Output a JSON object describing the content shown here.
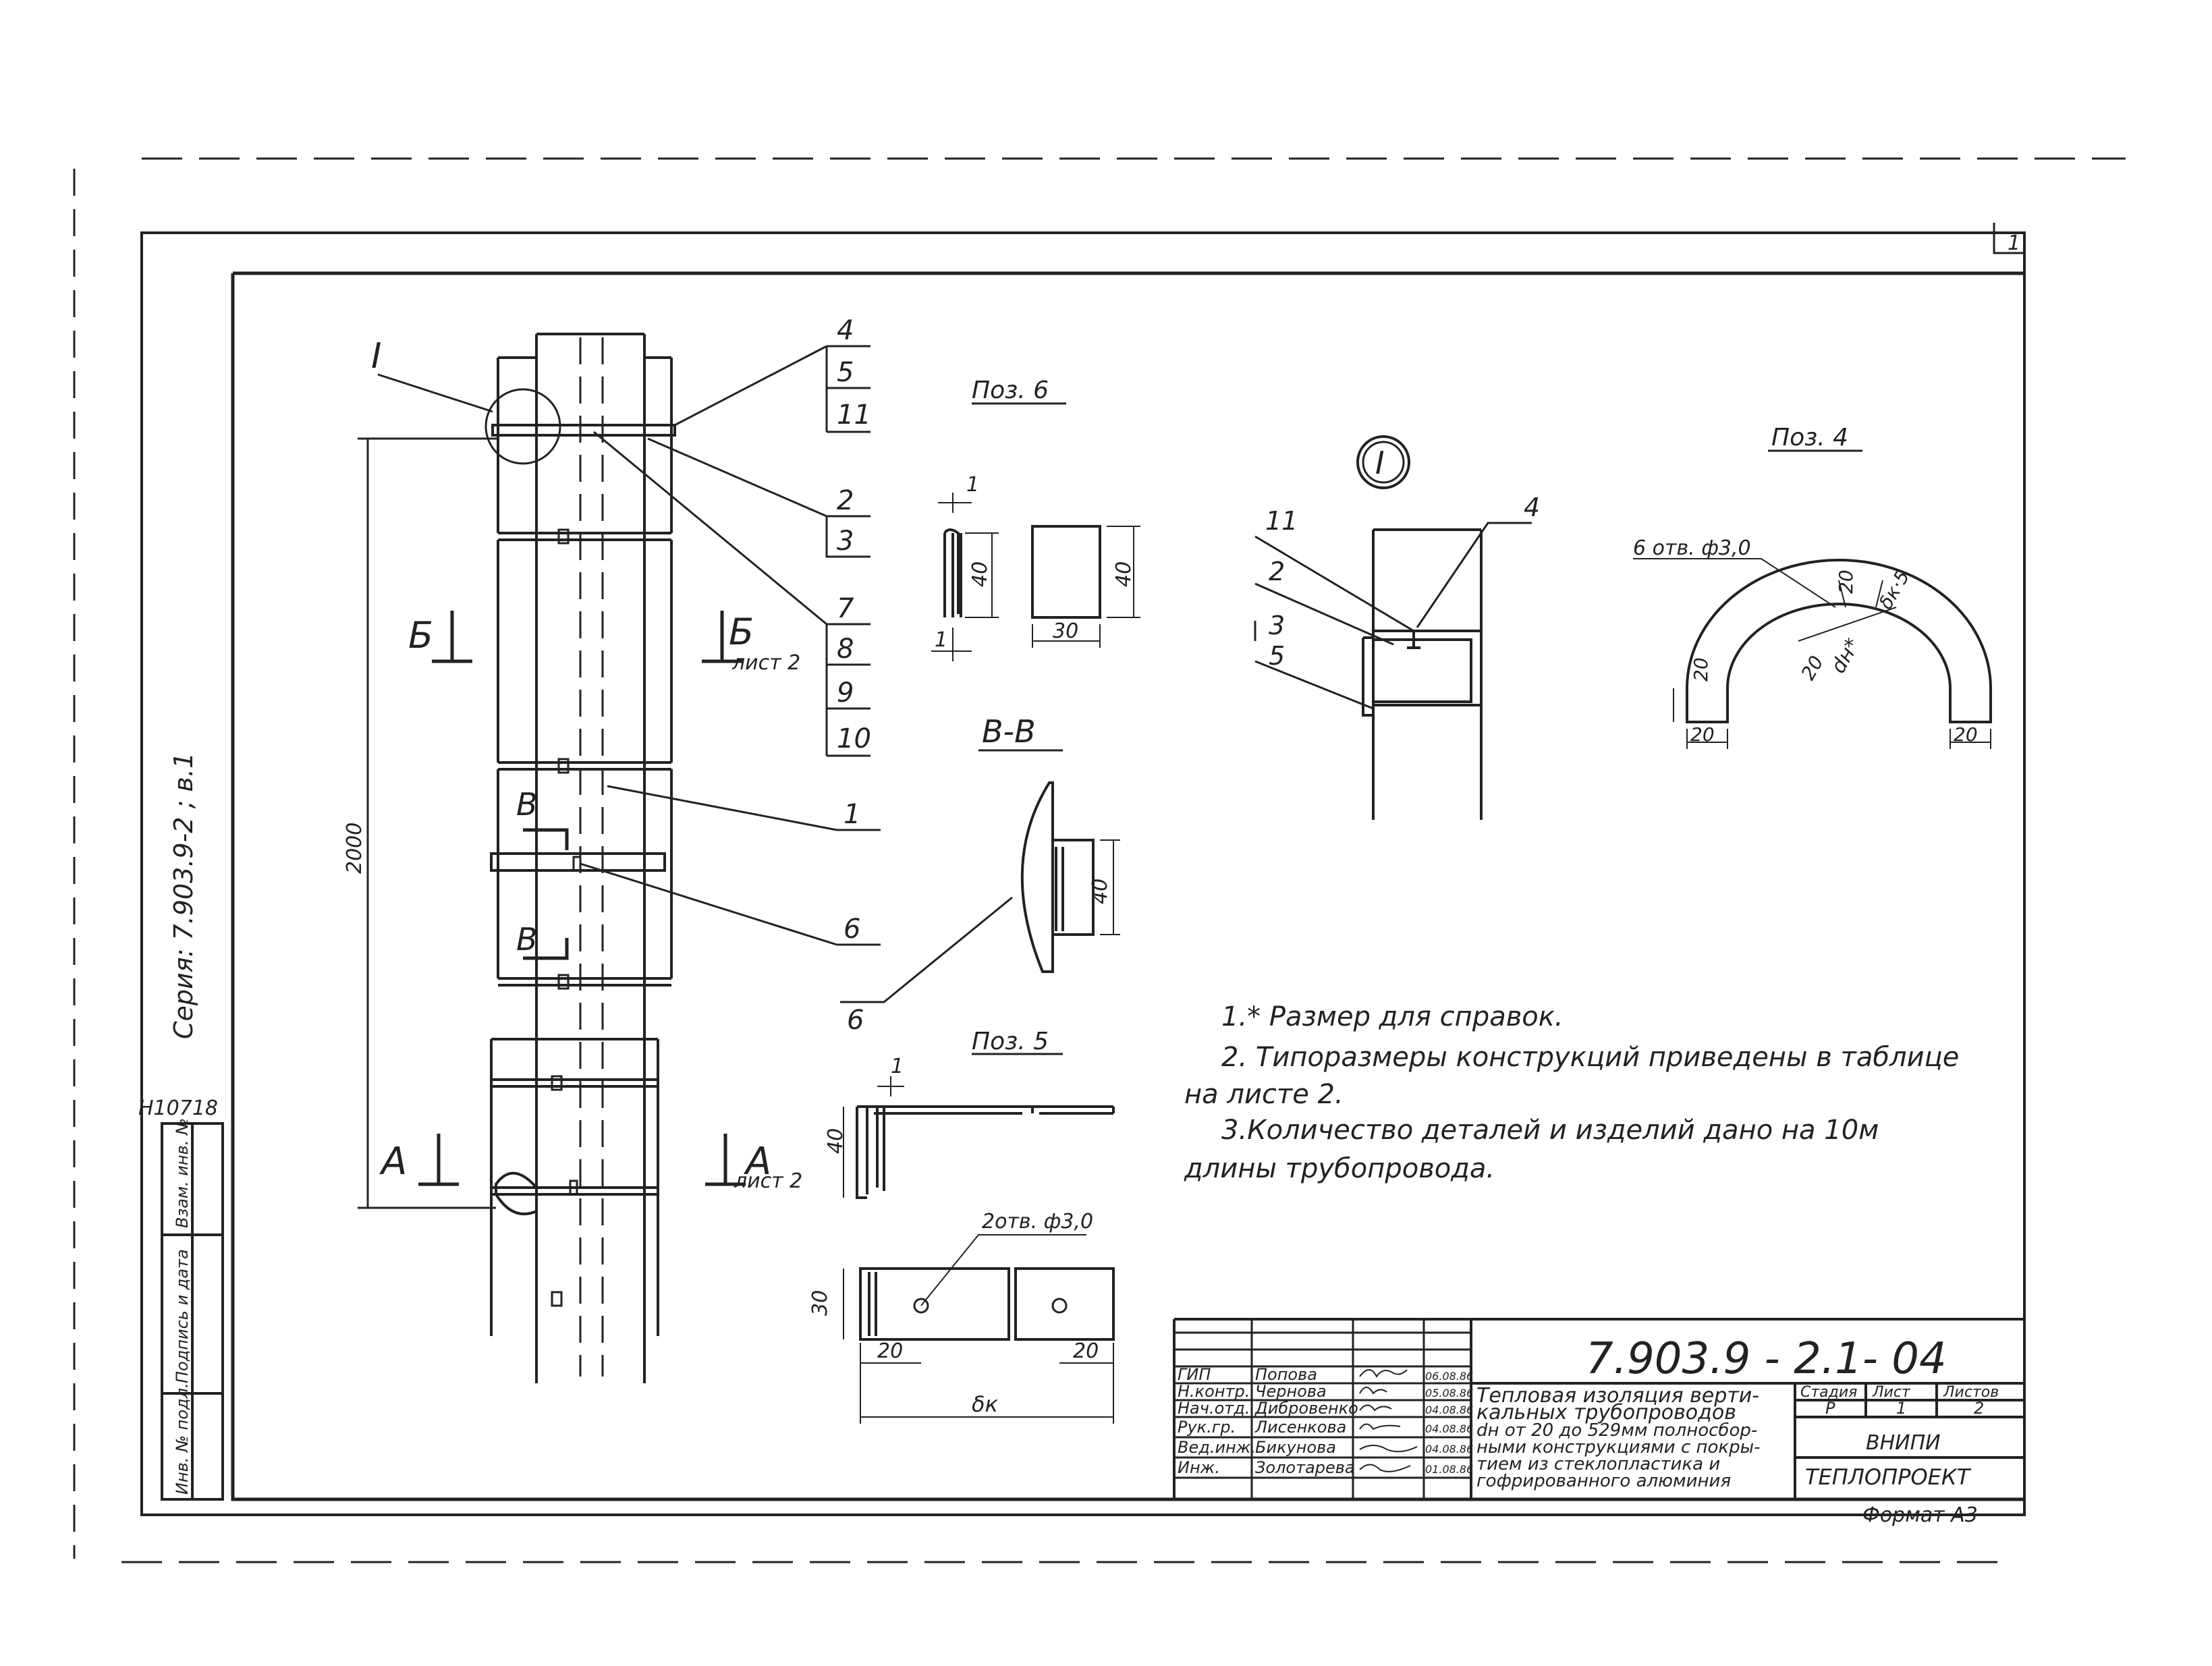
{
  "sheet": {
    "page_corner": "1",
    "format": "Формат А3",
    "series": "Серия: 7.903.9-2 ; в.1",
    "inv_code": "Н10718",
    "side_stamp": [
      "Инв. № подл.",
      "Подпись и дата",
      "Взам. инв. №"
    ]
  },
  "main_view": {
    "callout_I": "I",
    "dim_2000": "2000",
    "section_B_label": "Б",
    "section_B_right": "Б",
    "section_B_sheet": "лист 2",
    "section_V_top": "В",
    "section_V_bottom": "В",
    "section_A_left": "А",
    "section_A_right": "А",
    "section_A_sheet": "лист 2",
    "positions": [
      "4",
      "5",
      "11",
      "2",
      "3",
      "7",
      "8",
      "9",
      "10",
      "1",
      "6"
    ]
  },
  "poz6": {
    "title": "Поз. 6",
    "dims": {
      "t1": "1",
      "t2": "1",
      "h1": "40",
      "h2": "40",
      "w": "30"
    }
  },
  "section_vv": {
    "title": "В-В",
    "dim": "40",
    "pos": "6"
  },
  "poz5": {
    "title": "Поз. 5",
    "dims": {
      "t": "1",
      "h": "40",
      "holes": "2отв. ф3,0",
      "w": "30",
      "a": "20",
      "b": "20",
      "len": "δк"
    }
  },
  "detail_I": {
    "title": "I",
    "positions": [
      "11",
      "2",
      "3",
      "5",
      "4"
    ]
  },
  "poz4": {
    "title": "Поз. 4",
    "holes": "6 отв. ф3,0",
    "dims": {
      "d1": "20",
      "d2": "δк·5",
      "d3": "20",
      "d4": "dн*",
      "d5": "20",
      "d6": "20",
      "d7": "20"
    }
  },
  "notes": [
    "1.* Размер для справок.",
    "2. Типоразмеры конструкций приведены в таблице",
    "на листе 2.",
    "3.Количество деталей и изделий дано на 10м",
    "длины трубопровода."
  ],
  "title_block": {
    "code": "7.903.9 - 2.1- 04",
    "rows": [
      {
        "role": "ГИП",
        "name": "Попова",
        "date": "06.08.86"
      },
      {
        "role": "Н.контр.",
        "name": "Чернова",
        "date": "05.08.86"
      },
      {
        "role": "Нач.отд.",
        "name": "Дибровенко",
        "date": "04.08.86"
      },
      {
        "role": "Рук.гр.",
        "name": "Лисенкова",
        "date": "04.08.86"
      },
      {
        "role": "Вед.инж.",
        "name": "Бикунова",
        "date": "04.08.86"
      },
      {
        "role": "Инж.",
        "name": "Золотарева",
        "date": "01.08.86"
      }
    ],
    "description": [
      "Тепловая изоляция верти-",
      "кальных трубопроводов",
      "dн от 20 до 529мм полносбор-",
      "ными конструкциями с покры-",
      "тием из стеклопластика и",
      "гофрированного алюминия"
    ],
    "stage_header": "Стадия",
    "sheet_header": "Лист",
    "sheets_header": "Листов",
    "stage": "Р",
    "sheet": "1",
    "sheets": "2",
    "org1": "ВНИПИ",
    "org2": "ТЕПЛОПРОЕКТ"
  }
}
